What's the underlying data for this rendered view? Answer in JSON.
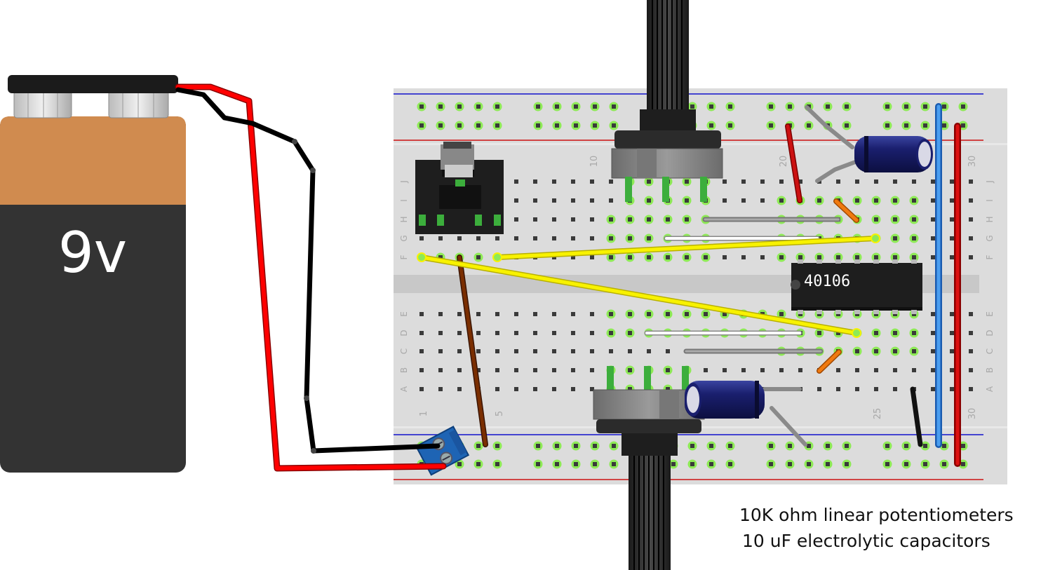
{
  "battery": {
    "label": "9v"
  },
  "ic": {
    "label": "40106"
  },
  "breadboard": {
    "top_row_letters": [
      "J",
      "I",
      "H",
      "G",
      "F"
    ],
    "bottom_row_letters": [
      "E",
      "D",
      "C",
      "B",
      "A"
    ],
    "top_column_numbers": [
      "10",
      "20",
      "30"
    ],
    "bottom_column_numbers": [
      "1",
      "5",
      "25",
      "30"
    ]
  },
  "notes": {
    "line1": "10K ohm linear potentiometers",
    "line2": "10 uF electrolytic capacitors"
  },
  "colors": {
    "wire_red": "#ff0000",
    "wire_black": "#111111",
    "wire_yellow": "#f5f000",
    "wire_brown": "#7a2e00",
    "wire_blue": "#3a8ee6",
    "wire_orange": "#f07a10",
    "breadboard": "#dcdcdc",
    "battery_top": "#d08b4f",
    "battery_body": "#333333",
    "capacitor": "#1a1f6e",
    "terminal_block": "#1e64b4"
  }
}
